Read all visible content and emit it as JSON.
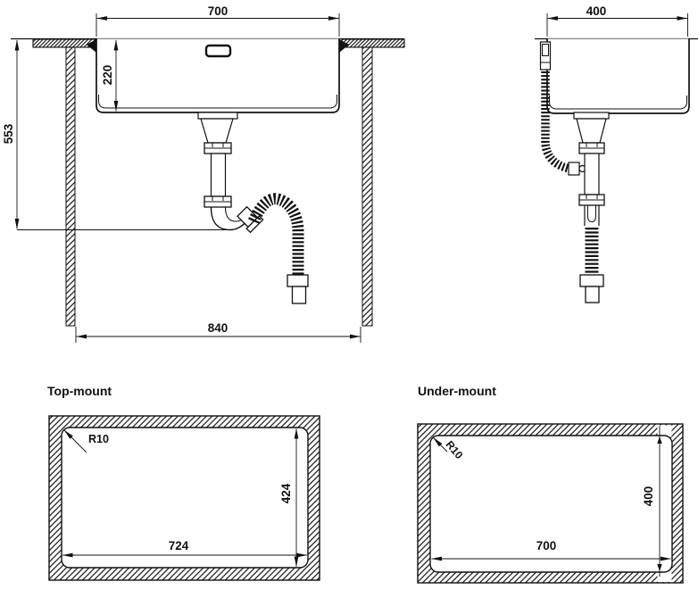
{
  "drawing": {
    "front_view": {
      "top_width": "700",
      "bowl_depth": "220",
      "mount_height": "553",
      "cabinet_width": "840"
    },
    "side_view": {
      "top_width": "400"
    },
    "top_mount": {
      "title": "Top-mount",
      "corner_radius": "R10",
      "cutout_width": "724",
      "cutout_height": "424"
    },
    "under_mount": {
      "title": "Under-mount",
      "corner_radius": "R10",
      "cutout_width": "700",
      "cutout_height": "400"
    },
    "colors": {
      "line": "#111111",
      "background": "#ffffff"
    }
  }
}
